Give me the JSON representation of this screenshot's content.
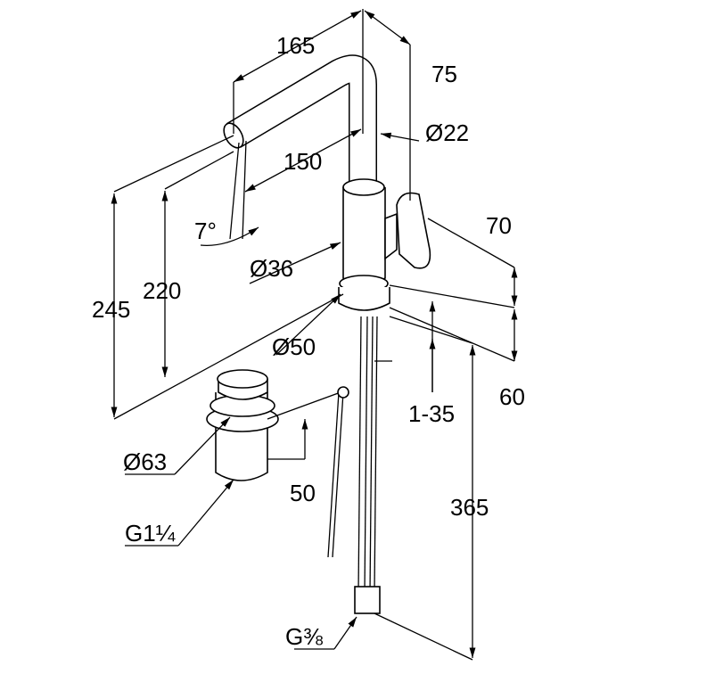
{
  "drawing": {
    "title": "Basin mixer dimension drawing",
    "dimensions": {
      "spout_reach": "165",
      "offset_top": "75",
      "spout_diameter": "Ø22",
      "spout_length": "150",
      "spout_angle": "7°",
      "handle_depth": "70",
      "body_diameter": "Ø36",
      "outlet_height": "220",
      "total_height": "245",
      "base_diameter": "Ø50",
      "base_height": "60",
      "deck_thickness": "1-35",
      "waste_diameter": "Ø63",
      "waste_height": "50",
      "hose_length": "365",
      "waste_thread": "G1¼",
      "hose_thread": "G⅜"
    }
  }
}
